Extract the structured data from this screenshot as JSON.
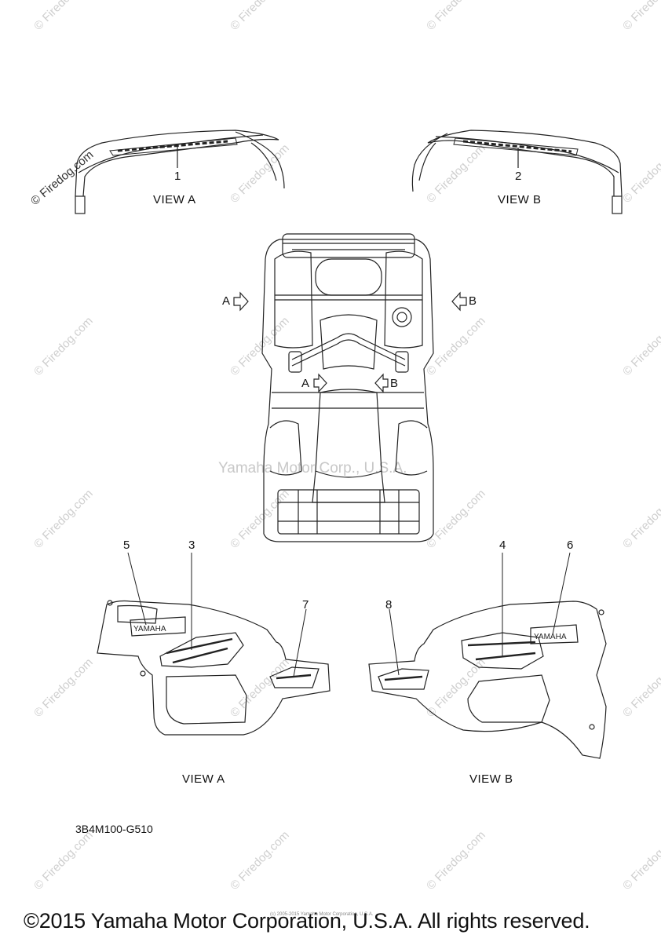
{
  "views": {
    "top_left": "VIEW A",
    "top_right": "VIEW B",
    "bottom_left": "VIEW A",
    "bottom_right": "VIEW B"
  },
  "callouts": [
    "1",
    "2",
    "3",
    "4",
    "5",
    "6",
    "7",
    "8"
  ],
  "arrows": {
    "a_outer": "A",
    "b_outer": "B",
    "a_inner": "A",
    "b_inner": "B"
  },
  "part_number": "3B4M100-G510",
  "copyright": "©2015 Yamaha Motor Corporation, U.S.A. All rights reserved.",
  "center_watermark": "Yamaha Motor Corp., U.S.A.",
  "watermark": "© Firedog.com",
  "fine_print": "(c) 2005-2015 Yamaha Motor Corporation, U.S.A."
}
